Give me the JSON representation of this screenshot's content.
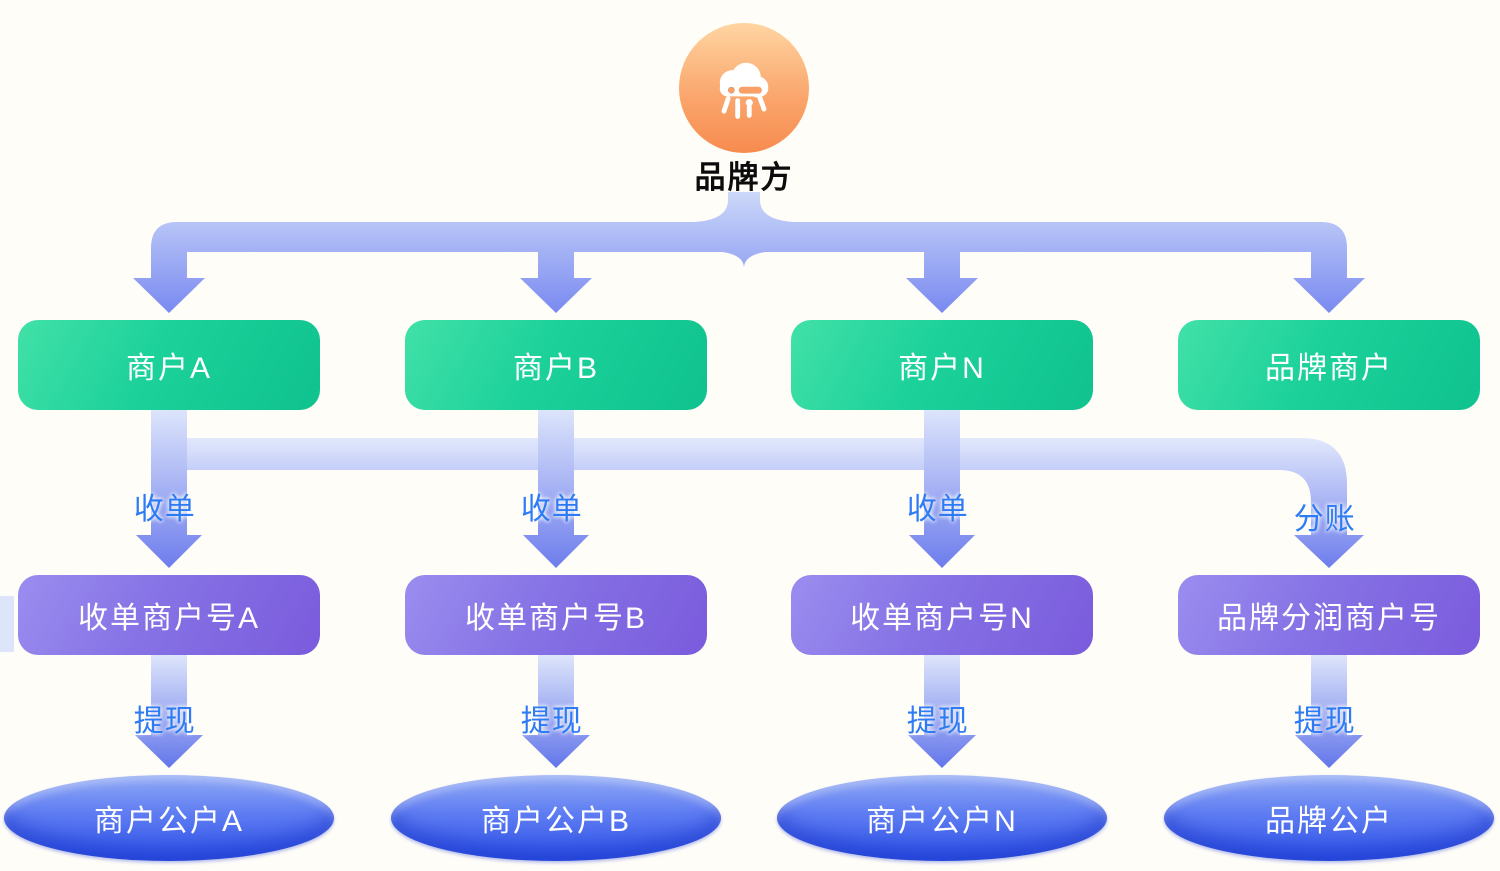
{
  "root": {
    "icon": "cloud-network-icon",
    "label": "品牌方"
  },
  "colors": {
    "flow_label_blue": "#2d7bf5",
    "merchant_green": "#0fc28e",
    "account_purple": "#7a5bdc",
    "bank_blue": "#2e53ea",
    "root_orange": "#f78b4f",
    "connector_blue": "#7888f0"
  },
  "columns": [
    {
      "merchant": "商户A",
      "flow_to_account": "收单",
      "account": "收单商户号A",
      "flow_to_bank": "提现",
      "bank": "商户公户A"
    },
    {
      "merchant": "商户B",
      "flow_to_account": "收单",
      "account": "收单商户号B",
      "flow_to_bank": "提现",
      "bank": "商户公户B"
    },
    {
      "merchant": "商户N",
      "flow_to_account": "收单",
      "account": "收单商户号N",
      "flow_to_bank": "提现",
      "bank": "商户公户N"
    },
    {
      "merchant": "品牌商户",
      "flow_to_account": "分账",
      "account": "品牌分润商户号",
      "flow_to_bank": "提现",
      "bank": "品牌公户"
    }
  ]
}
